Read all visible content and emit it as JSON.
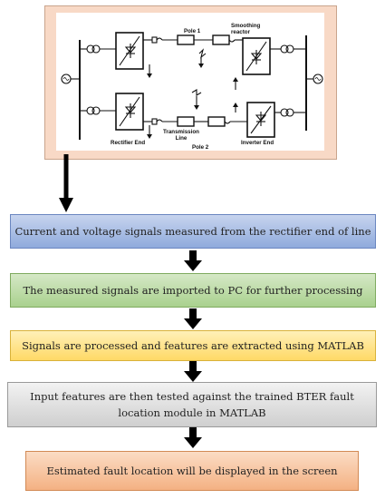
{
  "circuit": {
    "labels": {
      "pole1": "Pole 1",
      "smoothing_reactor": "Smoothing\nreactor",
      "transmission_line": "Transmission\nLine",
      "rectifier_end": "Rectifier End",
      "inverter_end": "Inverter End",
      "pole2": "Pole 2"
    }
  },
  "steps": [
    {
      "text": "Current and voltage signals measured from the rectifier end of line",
      "color": "#8faadc"
    },
    {
      "text": "The measured signals are imported to PC for further processing",
      "color": "#a9d18e"
    },
    {
      "text": "Signals are processed and features are extracted using MATLAB",
      "color": "#ffd966"
    },
    {
      "text": "Input features are then tested against the trained BTER fault location module in MATLAB",
      "color": "#d9d9d9"
    },
    {
      "text": "Estimated fault location will be displayed in the screen",
      "color": "#f4b183"
    }
  ]
}
